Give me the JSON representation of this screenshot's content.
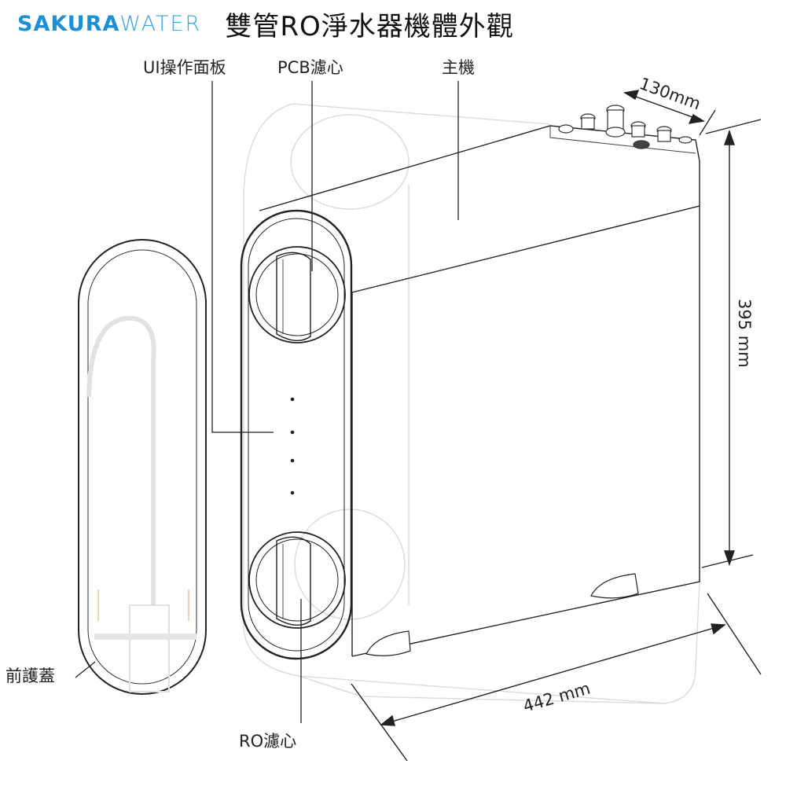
{
  "header": {
    "brand_bold": "SAKURA",
    "brand_light": "WATER",
    "title": "雙管RO淨水器機體外觀"
  },
  "labels": {
    "ui_panel": "UI操作面板",
    "pcb_filter": "PCB濾心",
    "main_unit": "主機",
    "front_cover": "前護蓋",
    "ro_filter": "RO濾心"
  },
  "dimensions": {
    "depth": "130mm",
    "height": "395 mm",
    "width": "442 mm"
  },
  "colors": {
    "brand": "#1d8fd6",
    "line": "#222222",
    "ghost": "#d6d6d6"
  }
}
